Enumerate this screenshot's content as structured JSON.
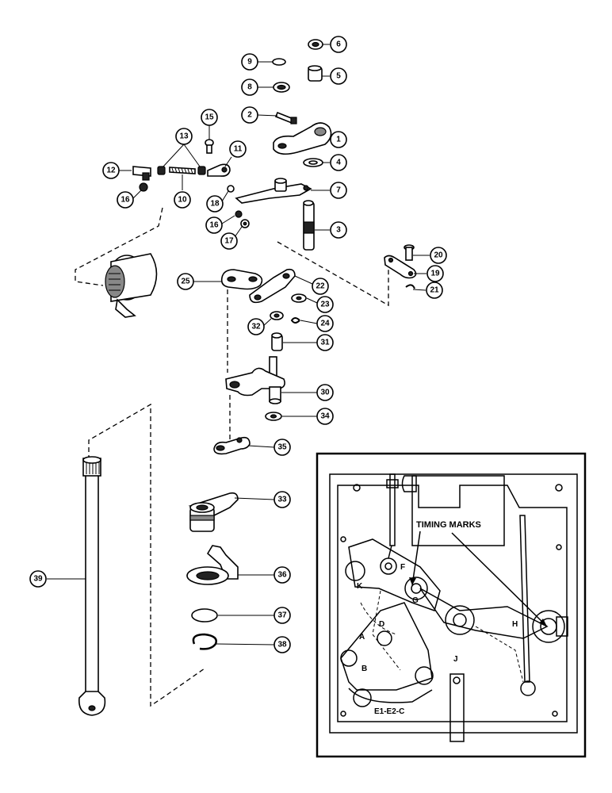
{
  "callouts": {
    "c1": "1",
    "c2": "2",
    "c3": "3",
    "c4": "4",
    "c5": "5",
    "c6": "6",
    "c7": "7",
    "c8": "8",
    "c9": "9",
    "c10": "10",
    "c11": "11",
    "c12": "12",
    "c13": "13",
    "c15": "15",
    "c16a": "16",
    "c16b": "16",
    "c17": "17",
    "c18": "18",
    "c19": "19",
    "c20": "20",
    "c21": "21",
    "c22": "22",
    "c23": "23",
    "c24": "24",
    "c25": "25",
    "c30": "30",
    "c31": "31",
    "c32": "32",
    "c33": "33",
    "c34": "34",
    "c35": "35",
    "c36": "36",
    "c37": "37",
    "c38": "38",
    "c39": "39"
  },
  "inset": {
    "caption": "TIMING MARKS",
    "letters": {
      "a": "A",
      "b": "B",
      "d": "D",
      "f": "F",
      "g": "G",
      "h": "H",
      "j": "J",
      "k": "K"
    },
    "bottom_label": "E1-E2-C"
  }
}
